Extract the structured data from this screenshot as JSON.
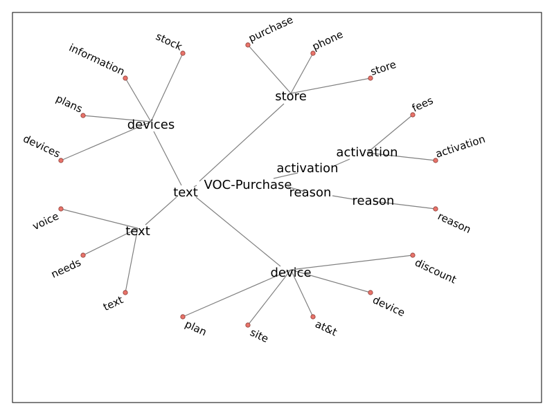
{
  "graph": {
    "root": "VOC-Purchase",
    "hubs": [
      {
        "id": "store",
        "label": "store",
        "leaves": [
          "purchase",
          "phone",
          "store"
        ]
      },
      {
        "id": "devices",
        "label": "devices",
        "leaves": [
          "stock",
          "information",
          "plans",
          "devices"
        ]
      },
      {
        "id": "text_mid",
        "label": "text",
        "leaves": []
      },
      {
        "id": "text",
        "label": "text",
        "leaves": [
          "voice",
          "needs",
          "text"
        ]
      },
      {
        "id": "activation_mid",
        "label": "activation",
        "leaves": []
      },
      {
        "id": "activation",
        "label": "activation",
        "leaves": [
          "fees",
          "activation"
        ]
      },
      {
        "id": "reason_mid",
        "label": "reason",
        "leaves": []
      },
      {
        "id": "reason",
        "label": "reason",
        "leaves": [
          "reason"
        ]
      },
      {
        "id": "device",
        "label": "device",
        "leaves": [
          "discount",
          "device",
          "at&t",
          "site",
          "plan"
        ]
      }
    ]
  },
  "colors": {
    "edge": "#7f7f7f",
    "leaf_fill": "#e8736a",
    "leaf_stroke": "#8a3d36",
    "frame": "#000000"
  }
}
